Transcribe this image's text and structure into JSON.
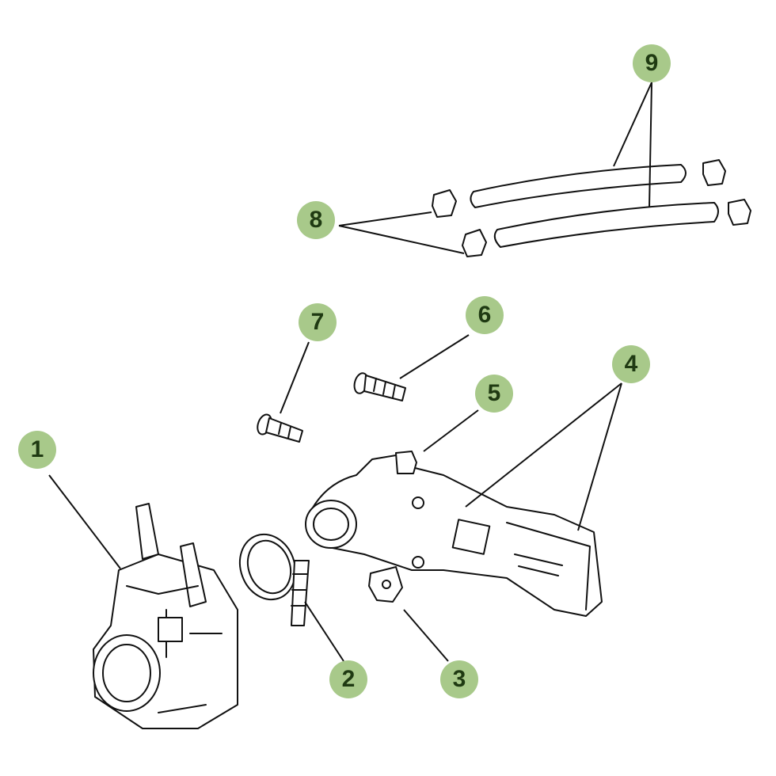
{
  "diagram": {
    "accent_color": "#a8c98a",
    "label_color": "#1f3a12",
    "callouts": [
      {
        "number": "1",
        "part": "carburetor"
      },
      {
        "number": "2",
        "part": "clamp-with-screw"
      },
      {
        "number": "3",
        "part": "bracket"
      },
      {
        "number": "4",
        "part": "intake-manifold"
      },
      {
        "number": "5",
        "part": "manifold-fitting"
      },
      {
        "number": "6",
        "part": "screw"
      },
      {
        "number": "7",
        "part": "screw"
      },
      {
        "number": "8",
        "part": "hose-clip"
      },
      {
        "number": "9",
        "part": "hose"
      }
    ]
  }
}
